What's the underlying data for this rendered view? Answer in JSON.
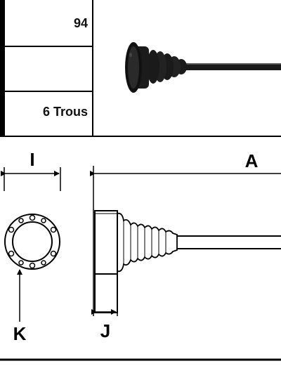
{
  "spec_rows": [
    {
      "value": "94"
    },
    {
      "value": ""
    },
    {
      "value": "6 Trous"
    }
  ],
  "dimensions": {
    "flange_width_label": "I",
    "shaft_length_label": "A",
    "flange_thickness_label": "J",
    "bolt_holes_label": "K"
  },
  "colors": {
    "line": "#000000",
    "shaft": "#1a1a1a",
    "border": "#000000"
  },
  "icons": {
    "bolt_hole": "circle-icon",
    "arrow": "arrow-icon"
  }
}
